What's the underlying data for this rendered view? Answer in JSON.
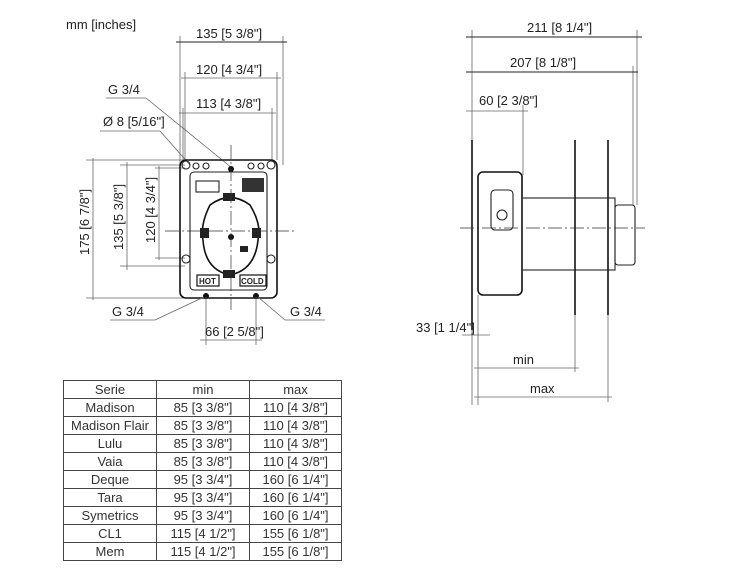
{
  "units_label": "mm [inches]",
  "front_view": {
    "width_outer": "135 [5 3/8\"]",
    "width_mid": "120 [4 3/4\"]",
    "width_inner": "113 [4 3/8\"]",
    "thread_top": "G 3/4",
    "hole_diameter": "Ø 8 [5/16\"]",
    "height_outer": "175 [6 7/8\"]",
    "height_mid": "135 [5 3/8\"]",
    "height_inner": "120 [4 3/4\"]",
    "thread_bottom_left": "G 3/4",
    "thread_bottom_right": "G 3/4",
    "outlet_spacing": "66 [2 5/8\"]",
    "label_hot": "HOT",
    "label_cold": "COLD"
  },
  "side_view": {
    "depth_total": "211 [8 1/4\"]",
    "depth_plate": "207 [8 1/8\"]",
    "body_depth": "60 [2 3/8\"]",
    "wall_offset": "33 [1 1/4\"]",
    "min_label": "min",
    "max_label": "max"
  },
  "table": {
    "headers": [
      "Serie",
      "min",
      "max"
    ],
    "rows": [
      [
        "Madison",
        "85 [3 3/8\"]",
        "110 [4 3/8\"]"
      ],
      [
        "Madison Flair",
        "85 [3 3/8\"]",
        "110 [4 3/8\"]"
      ],
      [
        "Lulu",
        "85 [3 3/8\"]",
        "110 [4 3/8\"]"
      ],
      [
        "Vaia",
        "85 [3 3/8\"]",
        "110 [4 3/8\"]"
      ],
      [
        "Deque",
        "95 [3 3/4\"]",
        "160 [6 1/4\"]"
      ],
      [
        "Tara",
        "95 [3 3/4\"]",
        "160 [6 1/4\"]"
      ],
      [
        "Symetrics",
        "95 [3 3/4\"]",
        "160 [6 1/4\"]"
      ],
      [
        "CL1",
        "115 [4 1/2\"]",
        "155 [6 1/8\"]"
      ],
      [
        "Mem",
        "115 [4 1/2\"]",
        "155 [6 1/8\"]"
      ]
    ]
  }
}
